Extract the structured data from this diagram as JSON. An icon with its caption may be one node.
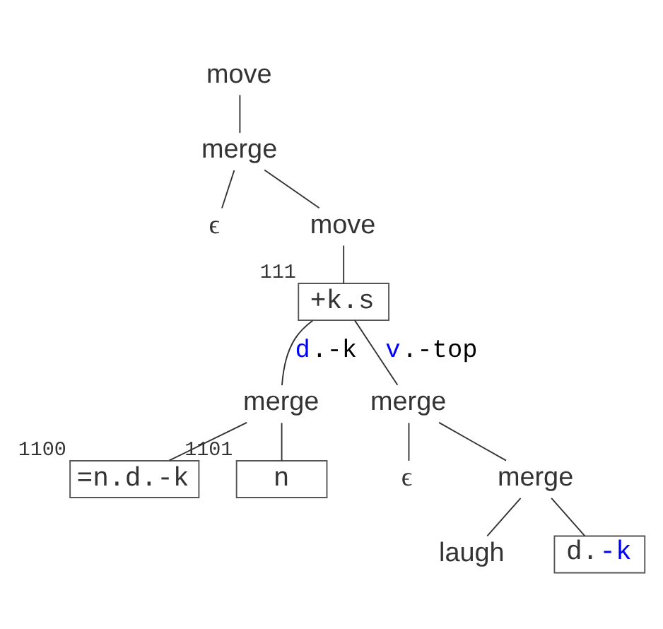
{
  "diagram": {
    "nodes": [
      {
        "text": [
          "move"
        ]
      },
      {
        "text": [
          "merge"
        ]
      },
      {
        "text": [
          "ϵ"
        ]
      },
      {
        "text": [
          "move"
        ]
      },
      {
        "text": [
          "+k.s"
        ],
        "beside": [
          "111"
        ]
      },
      {
        "text": [
          "merge"
        ]
      },
      {
        "text": [
          "=n.d.-k"
        ],
        "beside": [
          "1100"
        ]
      },
      {
        "text": [
          "n"
        ],
        "beside": [
          "1101"
        ]
      },
      {
        "text": [
          "merge"
        ]
      },
      {
        "text": [
          "ϵ"
        ]
      },
      {
        "text": [
          "merge"
        ]
      },
      {
        "text": [
          "laugh"
        ]
      },
      {
        "text": [
          "d.-k"
        ]
      }
    ],
    "edges": [
      {
        "from": 0,
        "to": 1,
        "arrow": "none"
      },
      {
        "from": 1,
        "to": 2,
        "arrow": "none"
      },
      {
        "from": 1,
        "to": 3,
        "arrow": "none"
      },
      {
        "from": 3,
        "to": 4,
        "arrow": "none"
      },
      {
        "from": 4,
        "to": 5,
        "arrow": "none",
        "label": "d.-k"
      },
      {
        "from": 4,
        "to": 8,
        "arrow": "none",
        "label": "v.-top"
      },
      {
        "from": 5,
        "to": 6,
        "arrow": "none"
      },
      {
        "from": 5,
        "to": 7,
        "arrow": "none"
      },
      {
        "from": 8,
        "to": 9,
        "arrow": "none"
      },
      {
        "from": 8,
        "to": 10,
        "arrow": "none"
      },
      {
        "from": 10,
        "to": 11,
        "arrow": "none"
      },
      {
        "from": 10,
        "to": 12,
        "arrow": "none"
      }
    ]
  }
}
